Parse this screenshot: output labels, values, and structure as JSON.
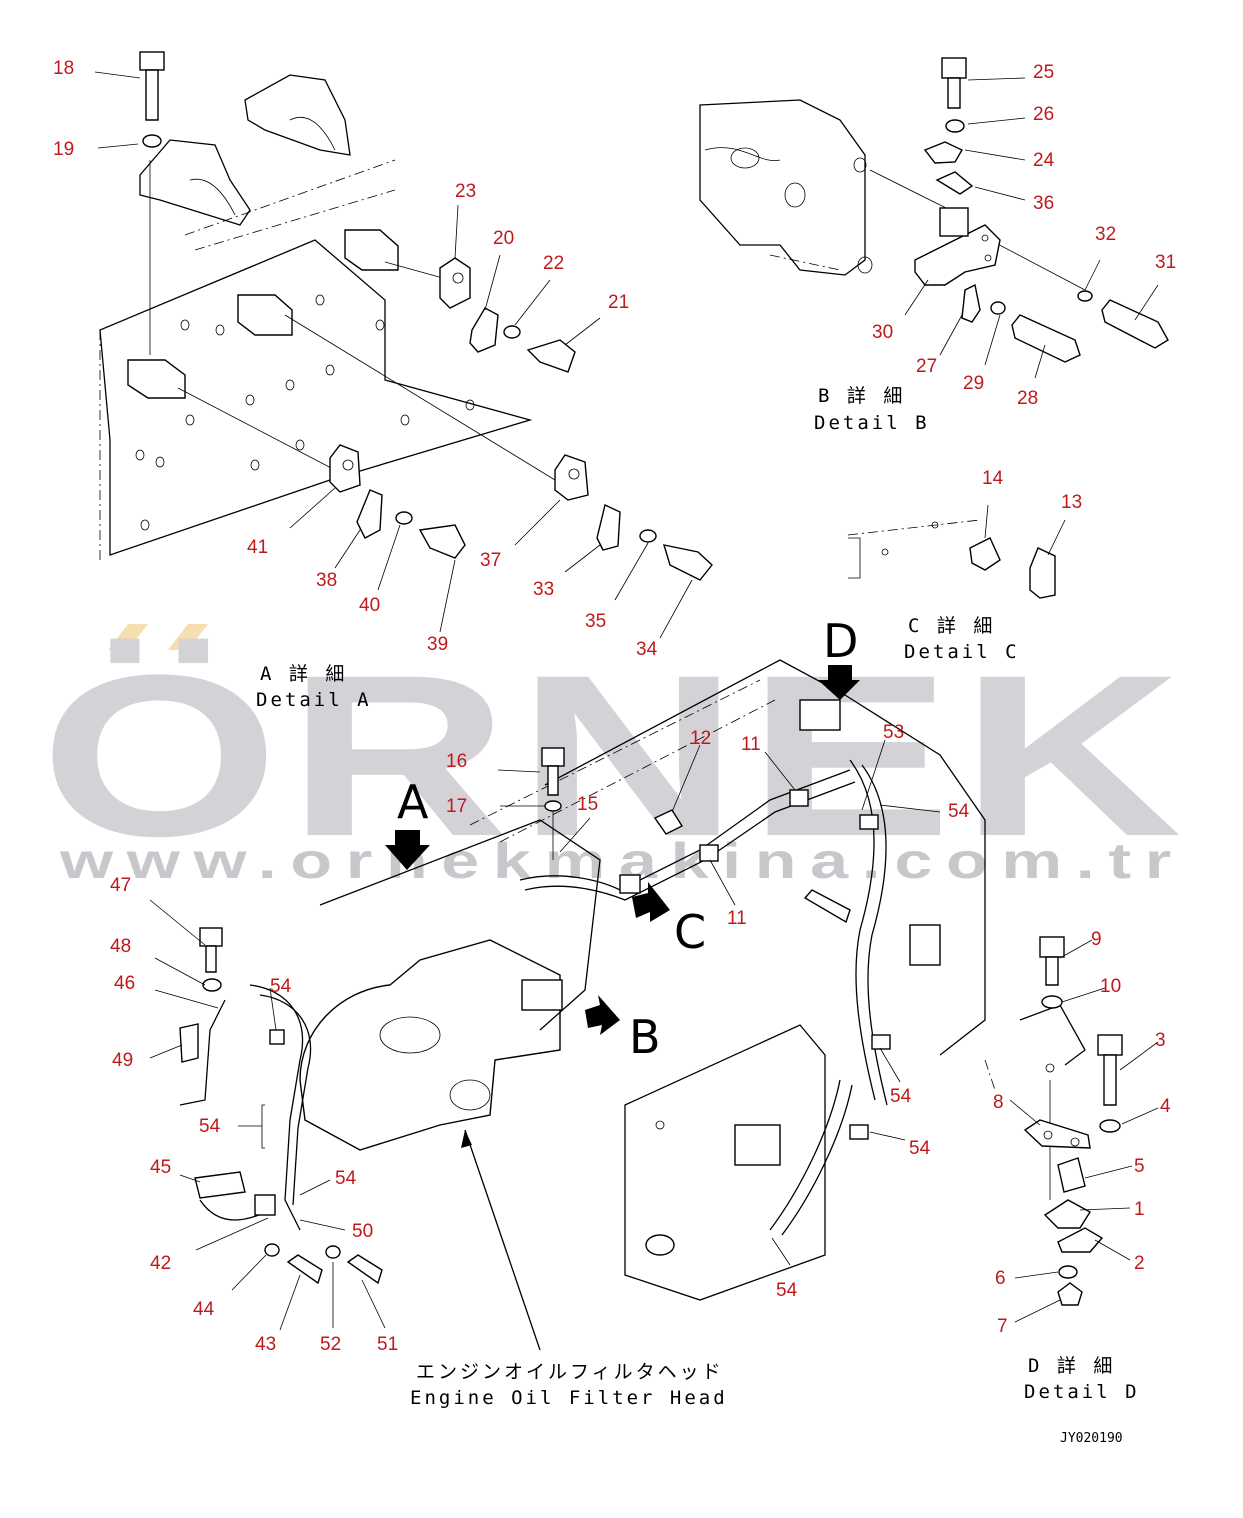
{
  "watermark": {
    "brand": "ÖRNEK",
    "url": "www.ornekmakina.com.tr",
    "brand_color": "#d4d2d6",
    "accent_color": "#f5deb0"
  },
  "drawing_code": "JY020190",
  "caption": {
    "jp": "エンジンオイルフィルタヘッド",
    "en": "Engine Oil Filter Head"
  },
  "details": {
    "a": {
      "jp": "A 詳 細",
      "en": "Detail A"
    },
    "b": {
      "jp": "B 詳 細",
      "en": "Detail B"
    },
    "c": {
      "jp": "C 詳 細",
      "en": "Detail C"
    },
    "d": {
      "jp": "D 詳 細",
      "en": "Detail D"
    }
  },
  "view_letters": {
    "a": "A",
    "b": "B",
    "c": "C",
    "d": "D"
  },
  "callouts": {
    "n1": "1",
    "n2": "2",
    "n3": "3",
    "n4": "4",
    "n5": "5",
    "n6": "6",
    "n7": "7",
    "n8": "8",
    "n9": "9",
    "n10": "10",
    "n11a": "11",
    "n11b": "11",
    "n12": "12",
    "n13": "13",
    "n14": "14",
    "n15": "15",
    "n16": "16",
    "n17": "17",
    "n18": "18",
    "n19": "19",
    "n20": "20",
    "n21": "21",
    "n22": "22",
    "n23": "23",
    "n24": "24",
    "n25": "25",
    "n26": "26",
    "n27": "27",
    "n28": "28",
    "n29": "29",
    "n30": "30",
    "n31": "31",
    "n32": "32",
    "n33": "33",
    "n34": "34",
    "n35": "35",
    "n36": "36",
    "n37": "37",
    "n38": "38",
    "n39": "39",
    "n40": "40",
    "n41": "41",
    "n42": "42",
    "n43": "43",
    "n44": "44",
    "n45": "45",
    "n46": "46",
    "n47": "47",
    "n48": "48",
    "n49": "49",
    "n50": "50",
    "n51": "51",
    "n52": "52",
    "n53": "53",
    "n54a": "54",
    "n54b": "54",
    "n54c": "54",
    "n54d": "54",
    "n54e": "54",
    "n54f": "54",
    "n54g": "54"
  }
}
